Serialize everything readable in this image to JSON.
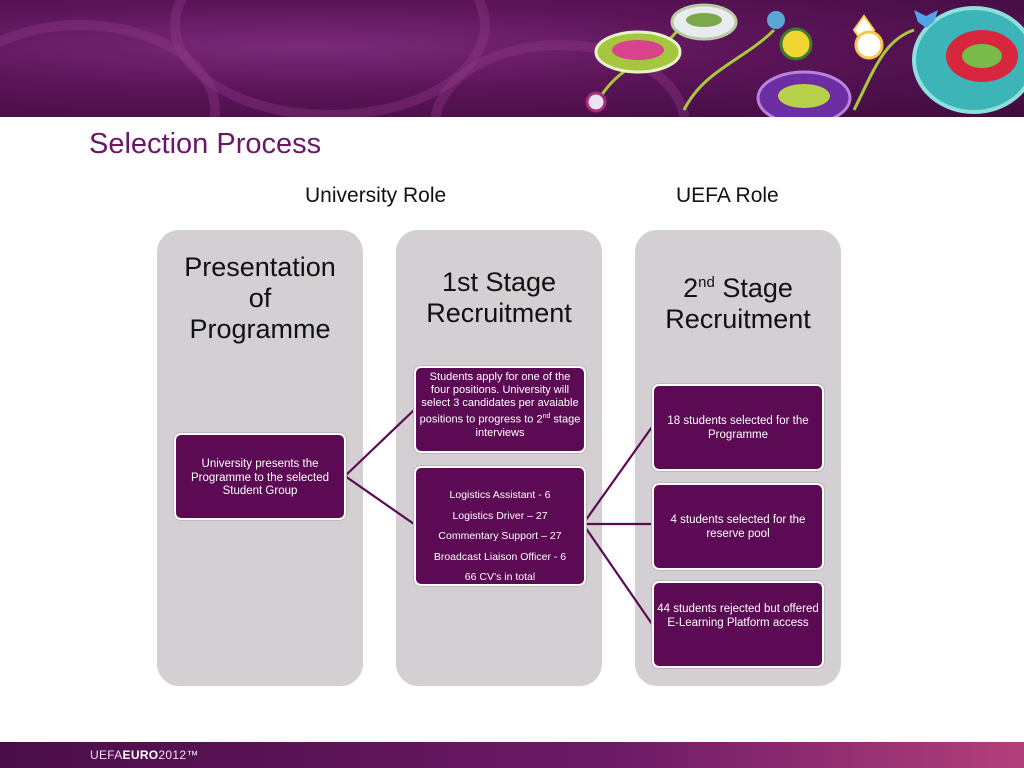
{
  "slide": {
    "title": "Selection Process",
    "roles": {
      "university": "University Role",
      "uefa": "UEFA Role"
    },
    "footer_logo": {
      "prefix": "UEFA",
      "bold": "EURO",
      "suffix": "2012™"
    }
  },
  "columns": [
    {
      "title_lines": [
        "Presentation",
        "of",
        "Programme"
      ]
    },
    {
      "title_lines": [
        "1st Stage",
        "Recruitment"
      ]
    },
    {
      "title_prefix": "2",
      "title_sup": "nd",
      "title_rest": " Stage",
      "title_line2": "Recruitment"
    }
  ],
  "boxes": {
    "presentation": "University presents the Programme to the selected Student Group",
    "apply": {
      "text": "Students apply for one of the four positions.  University will select 3 candidates per avaiable positions to progress to 2",
      "sup": "nd",
      "tail": " stage interviews"
    },
    "positions": [
      "Logistics Assistant - 6",
      "Logistics Driver – 27",
      "Commentary Support – 27",
      "Broadcast Liaison Officer - 6",
      "66 CV’s in total"
    ],
    "selected": "18 students selected for the Programme",
    "reserve": "4 students selected for the reserve pool",
    "rejected": "44 students rejected but offered E-Learning Platform access"
  },
  "colors": {
    "accent": "#6b1767",
    "box_fill": "#5b0a53",
    "column_fill": "#d3cfd3"
  }
}
